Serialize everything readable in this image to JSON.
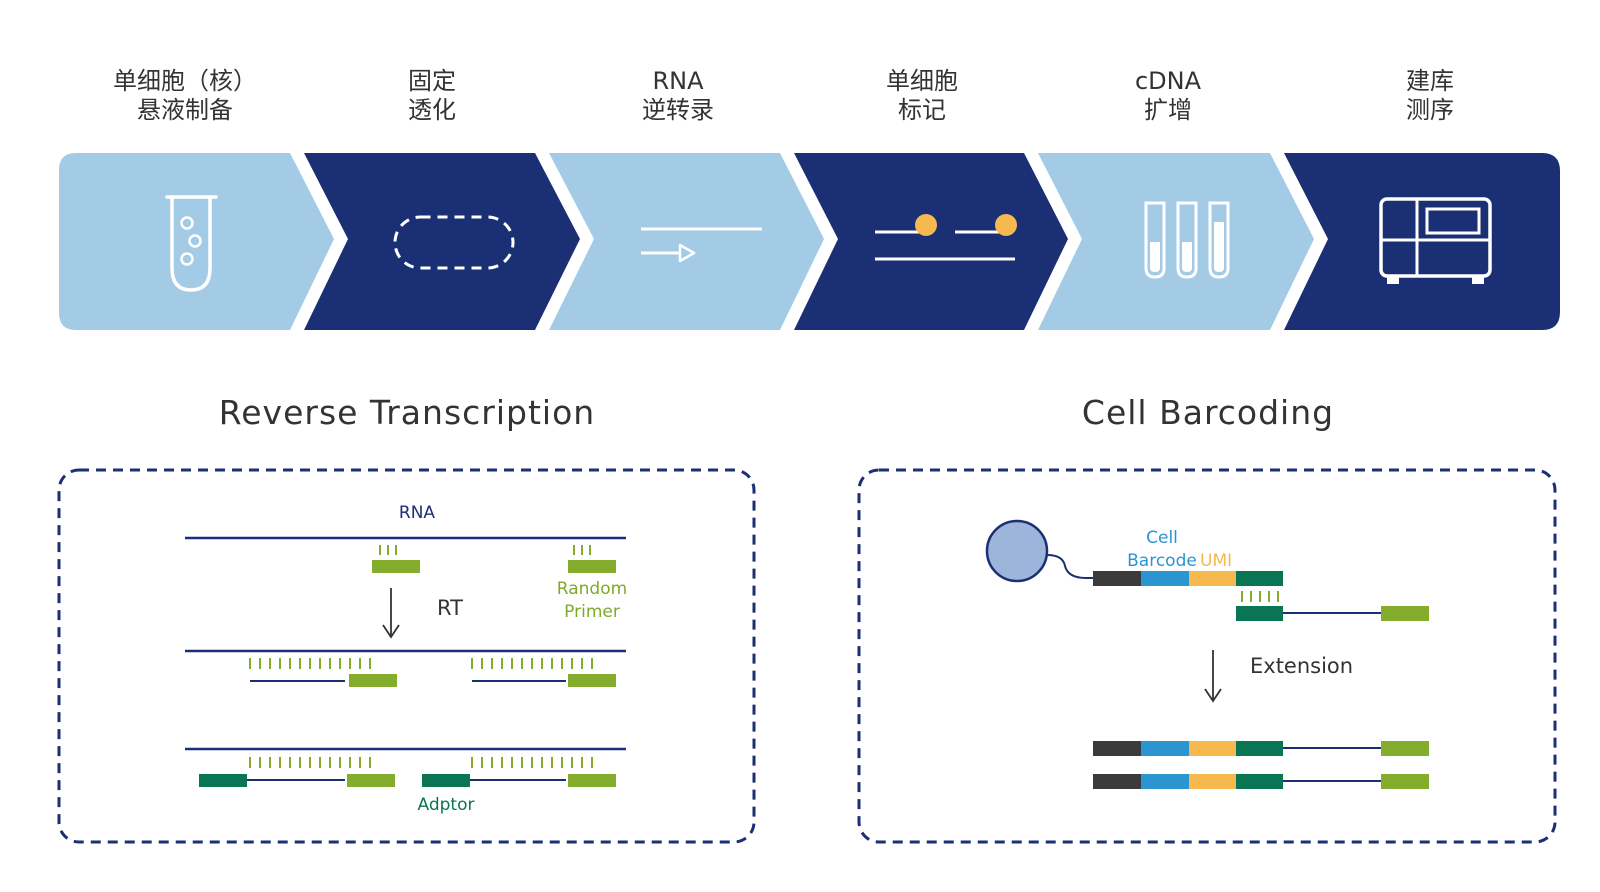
{
  "workflow": {
    "steps": [
      {
        "line1": "单细胞（核）",
        "line2": "悬液制备",
        "icon": "test-tube-icon"
      },
      {
        "line1": "固定",
        "line2": "透化",
        "icon": "dashed-capsule-icon"
      },
      {
        "line1": "RNA",
        "line2": "逆转录",
        "icon": "rna-strand-arrow-icon"
      },
      {
        "line1": "单细胞",
        "line2": "标记",
        "icon": "barcode-bead-icon"
      },
      {
        "line1": "cDNA",
        "line2": "扩增",
        "icon": "three-tubes-icon"
      },
      {
        "line1": "建库",
        "line2": "测序",
        "icon": "sequencer-icon"
      }
    ]
  },
  "reverse_transcription": {
    "title": "Reverse Transcription",
    "rna_label": "RNA",
    "rt_label": "RT",
    "random_primer_line1": "Random",
    "random_primer_line2": "Primer",
    "adaptor_label": "Adptor"
  },
  "cell_barcoding": {
    "title": "Cell Barcoding",
    "cell_label": "Cell",
    "barcode_label": "Barcode",
    "umi_label": "UMI",
    "extension_label": "Extension"
  },
  "colors": {
    "light_blue": "#a3cbe6",
    "navy": "#1b2f75",
    "primer_green": "#84ad2e",
    "adaptor_green": "#0a7554",
    "barcode_blue": "#2b95d1",
    "umi_orange": "#f5b94e",
    "linker_dark": "#3b3b3b",
    "bead_fill": "#9db5da",
    "dot_yellow": "#f5b94e"
  }
}
